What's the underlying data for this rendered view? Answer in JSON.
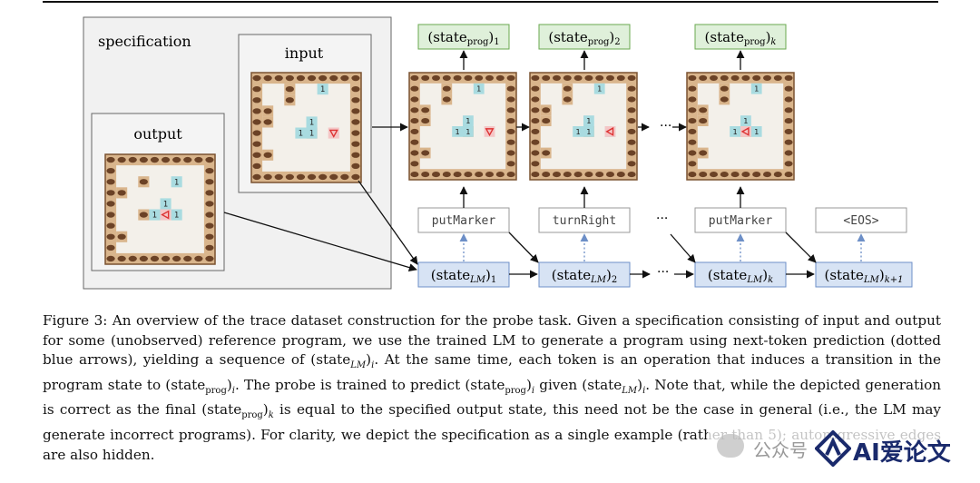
{
  "figure": {
    "specification_label": "specification",
    "input_label": "input",
    "output_label": "output",
    "prog_states": [
      {
        "base": "(state",
        "sub": "prog",
        "close": ")",
        "idx": "1"
      },
      {
        "base": "(state",
        "sub": "prog",
        "close": ")",
        "idx": "2"
      },
      {
        "base": "(state",
        "sub": "prog",
        "close": ")",
        "idx": "k"
      }
    ],
    "tokens": [
      "putMarker",
      "turnRight",
      "putMarker",
      "<EOS>"
    ],
    "lm_states": [
      {
        "base": "(state",
        "sub": "LM",
        "close": ")",
        "idx": "1"
      },
      {
        "base": "(state",
        "sub": "LM",
        "close": ")",
        "idx": "2"
      },
      {
        "base": "(state",
        "sub": "LM",
        "close": ")",
        "idx": "k"
      },
      {
        "base": "(state",
        "sub": "LM",
        "close": ")",
        "idx": "k+1"
      }
    ],
    "ellipsis": "···",
    "grid_marker_value": "1",
    "colors": {
      "prog_box_fill": "#dff0da",
      "prog_box_stroke": "#6aa84f",
      "lm_box_fill": "#d7e3f4",
      "lm_box_stroke": "#6d8fc7",
      "token_stroke": "#9a9a9a",
      "wall": "#6b4226",
      "border_bg": "#d9b58c",
      "marker_cell": "#a9dbe0",
      "robot_cell": "#f4c6c6",
      "dotted_arrow": "#6d8fc7"
    }
  },
  "caption": {
    "line1": "Figure 3: An overview of the trace dataset construction for the probe task. Given a specification consisting of input and output for some (unobserved) reference program, we use the trained LM to generate a program using next-token prediction (dotted blue arrows), yielding a sequence of (state",
    "sub_lm": "LM",
    "line1b": ")",
    "sub_i": "i",
    "line2": ". At the same time, each token is an operation that induces a transition in the program state to (state",
    "sub_prog": "prog",
    "line2b": ")",
    "line3": ". The probe is trained to predict (state",
    "line4": " given (state",
    "line5": ". Note that, while the depicted generation is correct as the final (state",
    "sub_k": "k",
    "line6": " is equal to the specified output state, this need not be the case in general (i.e., the LM may generate incorrect programs). For clarity, we depict the specification as a single example (rather than 5); autoregressive edges are also hidden."
  },
  "watermark": {
    "name": "公众号",
    "brand": "AI爱论文"
  }
}
